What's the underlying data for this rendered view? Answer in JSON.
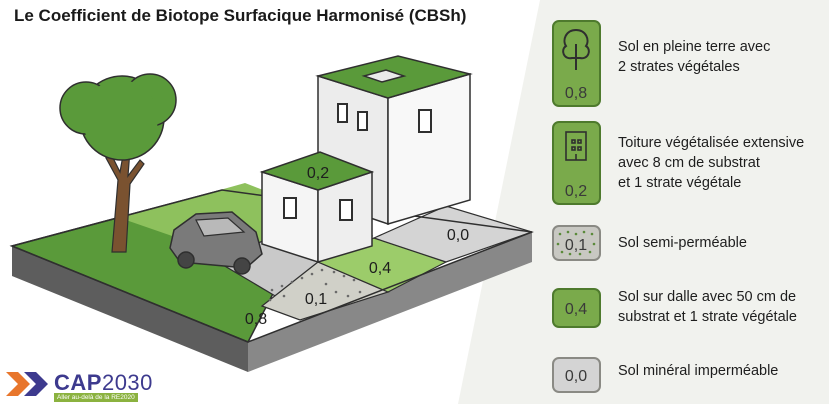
{
  "title": "Le Coefficient de Biotope Surfacique Harmonisé (CBSh)",
  "scene_labels": {
    "roof_small": "0,2",
    "zone_mineral": "0,0",
    "zone_slab": "0,4",
    "zone_semi": "0,1",
    "zone_ground": "0,8"
  },
  "legend": [
    {
      "value": "0,8",
      "icon": "tree-icon",
      "lines": [
        "Sol en pleine terre avec",
        "2 strates végétales"
      ]
    },
    {
      "value": "0,2",
      "icon": "building-icon",
      "lines": [
        "Toiture végétalisée extensive",
        "avec 8 cm de substrat",
        "et 1 strate végétale"
      ]
    },
    {
      "value": "0,1",
      "icon": "dots-icon",
      "lines": [
        "Sol semi-perméable"
      ]
    },
    {
      "value": "0,4",
      "icon": "",
      "lines": [
        "Sol sur dalle avec 50 cm de",
        "substrat et 1 strate végétale"
      ]
    },
    {
      "value": "0,0",
      "icon": "",
      "lines": [
        "Sol minéral imperméable"
      ]
    }
  ],
  "logo": {
    "name_a": "CAP",
    "name_b": "2030",
    "tagline": "Aller au-delà de la RE2020"
  },
  "colors": {
    "grass_dark": "#5a9a3a",
    "grass_light": "#8ec15d",
    "mineral": "#d4d4d4",
    "legend_panel": "#f1f2ee",
    "chip_green": "#7aaa4b",
    "logo_blue": "#3d3a8e",
    "logo_orange": "#e8762c"
  }
}
